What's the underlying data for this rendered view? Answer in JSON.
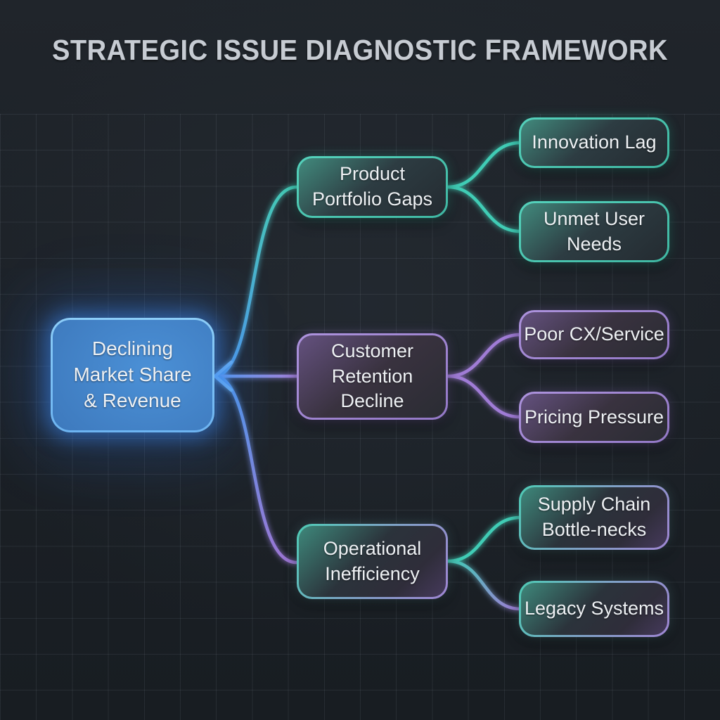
{
  "title": "STRATEGIC ISSUE DIAGNOSTIC FRAMEWORK",
  "colors": {
    "background": "#1c2126",
    "grid_line": "#2e343a",
    "title_text": "#c7ccd3",
    "node_text": "#eef1f4",
    "root_fill": "#4585c9",
    "root_border": "#7ec7f8",
    "root_glow": "#3e8cf5",
    "teal_accent": "#47ccb5",
    "purple_accent": "#a07cd6",
    "blue_connector": "#5e9fee"
  },
  "diagram": {
    "type": "tree",
    "root": {
      "label": "Declining Market Share & Revenue",
      "lines": [
        "Declining",
        "Market Share",
        "& Revenue"
      ],
      "theme": "blue"
    },
    "branches": [
      {
        "label": "Product Portfolio Gaps",
        "lines": [
          "Product",
          "Portfolio Gaps"
        ],
        "theme": "teal",
        "children": [
          {
            "label": "Innovation Lag",
            "lines": [
              "Innovation Lag"
            ],
            "theme": "teal"
          },
          {
            "label": "Unmet User Needs",
            "lines": [
              "Unmet User",
              "Needs"
            ],
            "theme": "teal"
          }
        ]
      },
      {
        "label": "Customer Retention Decline",
        "lines": [
          "Customer",
          "Retention",
          "Decline"
        ],
        "theme": "purple",
        "children": [
          {
            "label": "Poor CX/Service",
            "lines": [
              "Poor CX/Service"
            ],
            "theme": "purple"
          },
          {
            "label": "Pricing Pressure",
            "lines": [
              "Pricing Pressure"
            ],
            "theme": "purple"
          }
        ]
      },
      {
        "label": "Operational Inefficiency",
        "lines": [
          "Operational",
          "Inefficiency"
        ],
        "theme": "teal-purple",
        "children": [
          {
            "label": "Supply Chain Bottle-necks",
            "lines": [
              "Supply Chain",
              "Bottle-necks"
            ],
            "theme": "teal-purple"
          },
          {
            "label": "Legacy Systems",
            "lines": [
              "Legacy Systems"
            ],
            "theme": "teal-purple"
          }
        ]
      }
    ]
  }
}
